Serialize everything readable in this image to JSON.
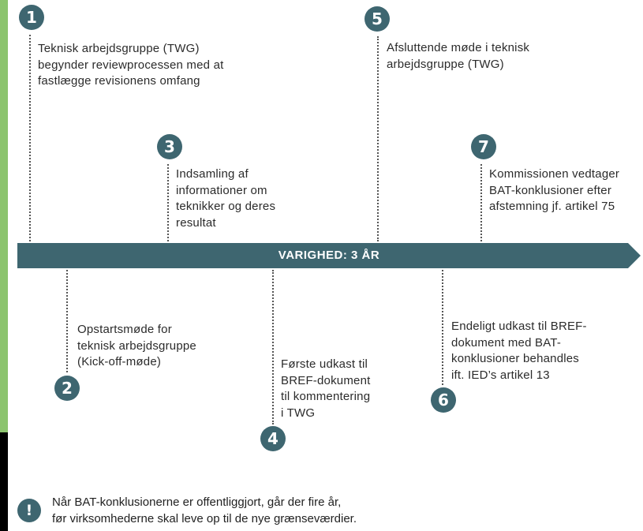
{
  "timeline": {
    "label": "VARIGHED: 3 ÅR"
  },
  "steps": [
    {
      "number": "1",
      "text": "Teknisk arbejdsgruppe (TWG)\nbegynder reviewprocessen med at\nfastlægge revisionens omfang"
    },
    {
      "number": "2",
      "text": "Opstartsmøde for\nteknisk arbejdsgruppe\n(Kick-off-møde)"
    },
    {
      "number": "3",
      "text": "Indsamling af\ninformationer om\nteknikker og deres\nresultat"
    },
    {
      "number": "4",
      "text": "Første udkast til\nBREF-dokument\ntil kommentering\ni TWG"
    },
    {
      "number": "5",
      "text": "Afsluttende møde i teknisk\narbejdsgruppe (TWG)"
    },
    {
      "number": "6",
      "text": "Endeligt udkast til BREF-\ndokument med BAT-\nkonklusioner behandles\nift. IED’s  artikel 13"
    },
    {
      "number": "7",
      "text": "Kommissionen vedtager\nBAT-konklusioner efter\nafstemning jf. artikel 75"
    }
  ],
  "note": {
    "icon": "exclamation-icon",
    "symbol": "!",
    "text": "Når BAT-konklusionerne er offentliggjort, går der fire år,\nfør virksomhederne skal leve op til de nye grænseværdier."
  },
  "colors": {
    "accent": "#3e6670",
    "green_bar": "#8cc46e"
  }
}
